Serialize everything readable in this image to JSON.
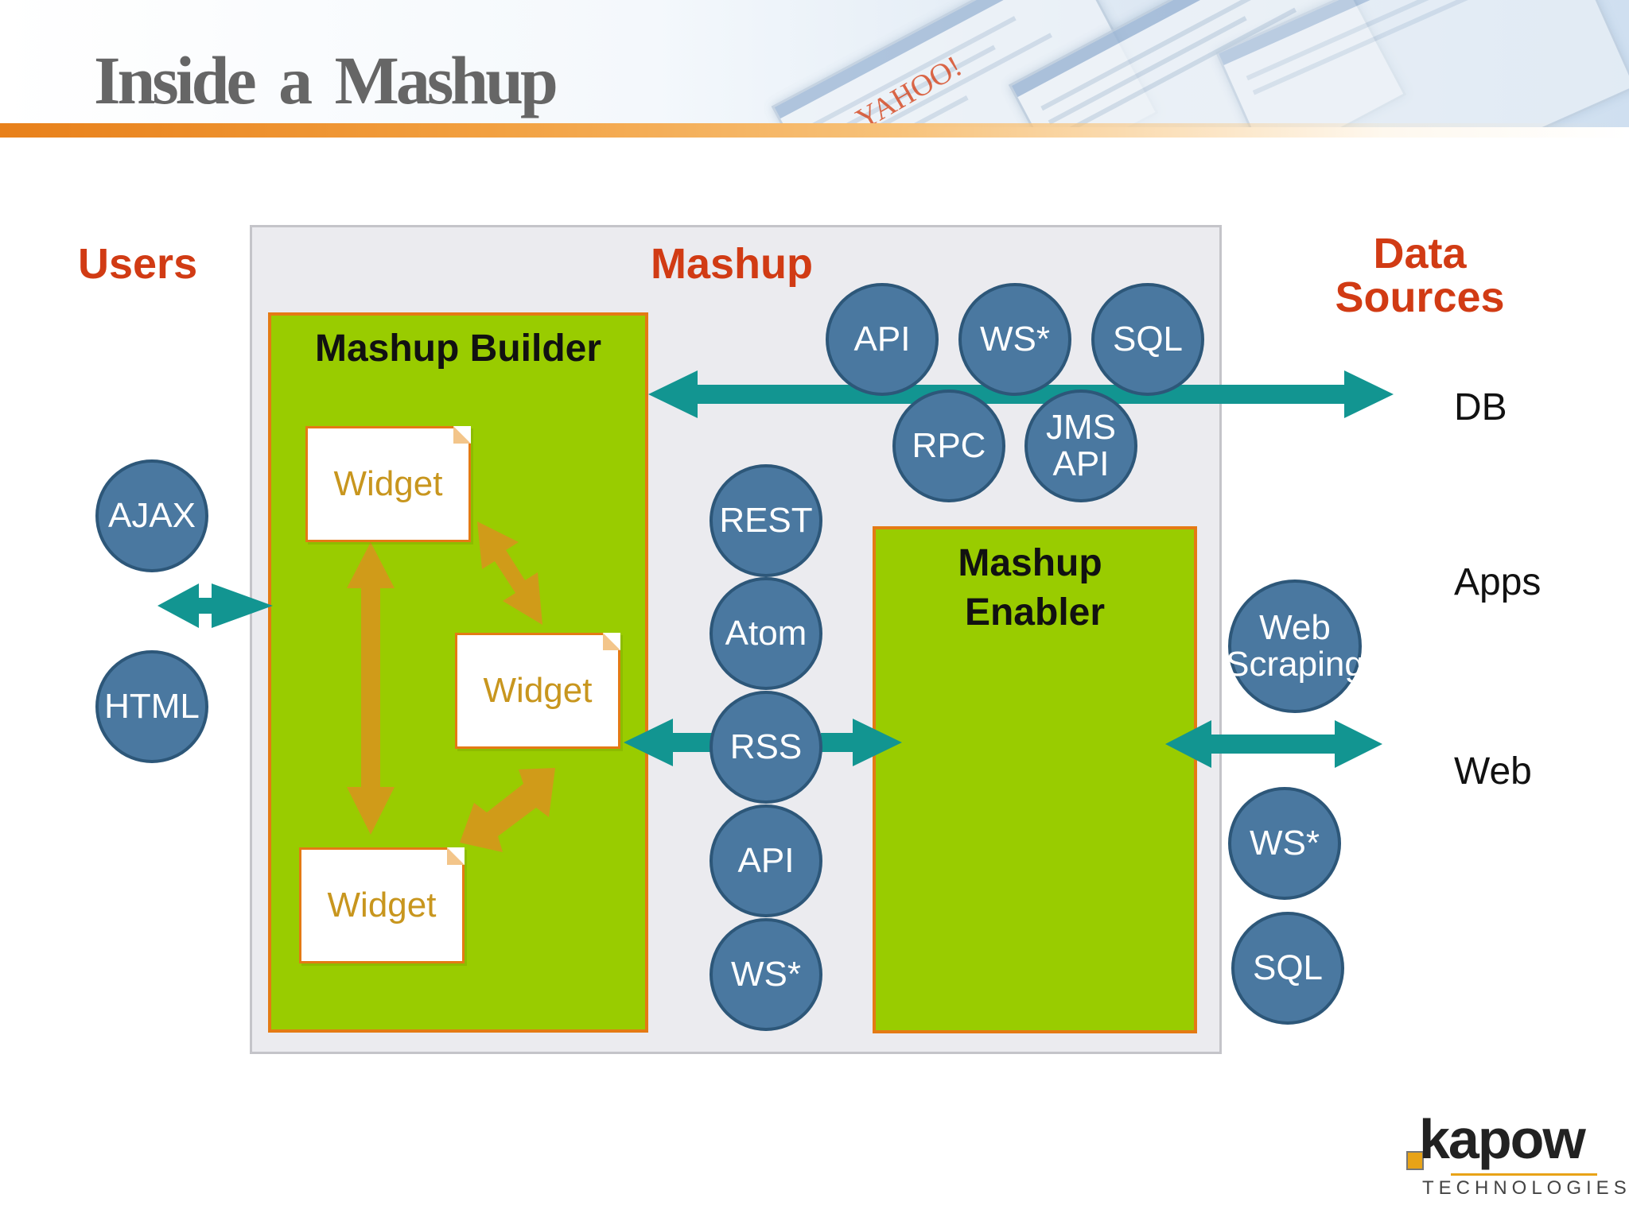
{
  "slide": {
    "title": "Inside a Mashup",
    "header_watermark": "YAHOO!"
  },
  "sections": {
    "users": "Users",
    "mashup": "Mashup",
    "data_sources_line1": "Data",
    "data_sources_line2": "Sources"
  },
  "builder": {
    "title": "Mashup Builder",
    "widgets": [
      "Widget",
      "Widget",
      "Widget"
    ]
  },
  "enabler": {
    "title_line1": "Mashup",
    "title_line2": "Enabler"
  },
  "user_tech": [
    "AJAX",
    "HTML"
  ],
  "top_protocols": [
    "API",
    "WS*",
    "SQL",
    "RPC"
  ],
  "jms_api": [
    "JMS",
    "API"
  ],
  "middle_protocols": [
    "REST",
    "Atom",
    "RSS",
    "API",
    "WS*"
  ],
  "right_protocols": {
    "web_scraping_line1": "Web",
    "web_scraping_line2": "Scraping",
    "items": [
      "WS*",
      "SQL"
    ]
  },
  "data_sources": [
    "DB",
    "Apps",
    "Web"
  ],
  "logo": {
    "wordmark": "kapow",
    "subtitle": "TECHNOLOGIES"
  },
  "colors": {
    "accent_red": "#d13b14",
    "builder_green": "#99cc00",
    "border_orange": "#e47a14",
    "circle_blue": "#4a78a0",
    "arrow_teal": "#129591",
    "widget_arrow": "#d09b19"
  }
}
